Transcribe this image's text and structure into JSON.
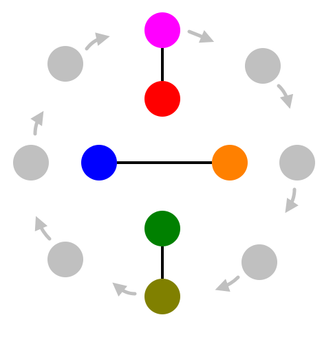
{
  "colors": {
    "background": "#ffffff",
    "connector": "#000000",
    "ghost_node": "#c0c0c0",
    "rotation_arrow": "#c0c0c0"
  },
  "nodes": [
    {
      "id": "magenta",
      "color": "#ff00ff"
    },
    {
      "id": "red",
      "color": "#ff0000"
    },
    {
      "id": "blue",
      "color": "#0000ff"
    },
    {
      "id": "orange",
      "color": "#ff8000"
    },
    {
      "id": "green",
      "color": "#008000"
    },
    {
      "id": "olive",
      "color": "#808000"
    }
  ],
  "edges": [
    {
      "from": "magenta",
      "to": "red"
    },
    {
      "from": "blue",
      "to": "orange"
    },
    {
      "from": "green",
      "to": "olive"
    }
  ],
  "ghost_nodes": [
    {
      "id": "ghost-upper-left"
    },
    {
      "id": "ghost-upper-right"
    },
    {
      "id": "ghost-left"
    },
    {
      "id": "ghost-right"
    },
    {
      "id": "ghost-lower-left"
    },
    {
      "id": "ghost-lower-right"
    }
  ],
  "rotation": {
    "direction": "clockwise",
    "arrow_count": 8
  }
}
